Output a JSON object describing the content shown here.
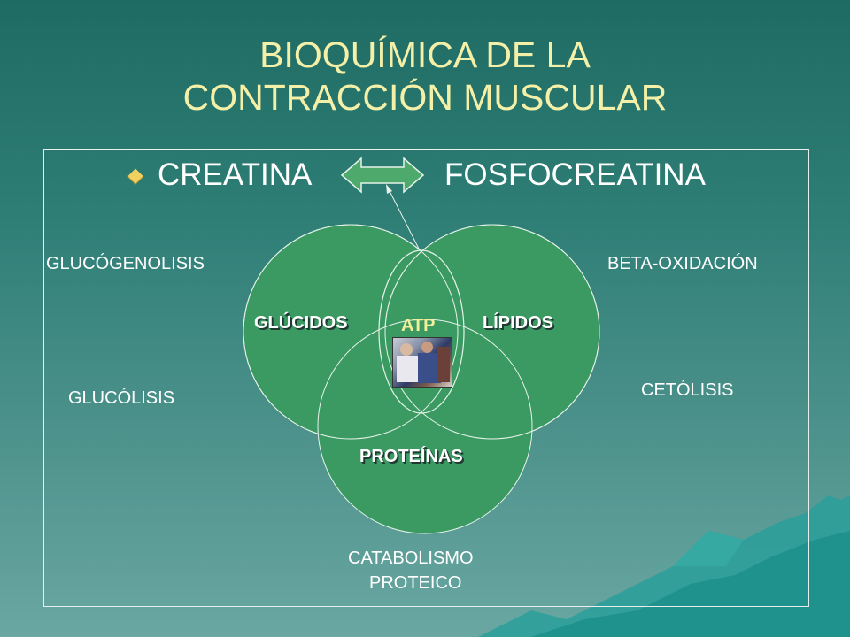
{
  "slide": {
    "title_line1": "BIOQUÍMICA DE LA",
    "title_line2": "CONTRACCIÓN MUSCULAR"
  },
  "bullet": {
    "left_term": "CREATINA",
    "right_term": "FOSFOCREATINA"
  },
  "pathways": {
    "glucogenolisis": "GLUCÓGENOLISIS",
    "glucolisis": "GLUCÓLISIS",
    "beta_oxidacion": "BETA-OXIDACIÓN",
    "cetolisis": "CETÓLISIS",
    "catabolismo_line1": "CATABOLISMO",
    "catabolismo_line2": "PROTEICO"
  },
  "venn": {
    "glucidos": "GLÚCIDOS",
    "lipidos": "LÍPIDOS",
    "proteinas": "PROTEÍNAS",
    "atp": "ATP"
  },
  "colors": {
    "circle_fill": "#3a9a62",
    "title": "#f4f0a8",
    "bullet_diamond": "#f0d060",
    "arrow_fill": "#4daa6c"
  }
}
